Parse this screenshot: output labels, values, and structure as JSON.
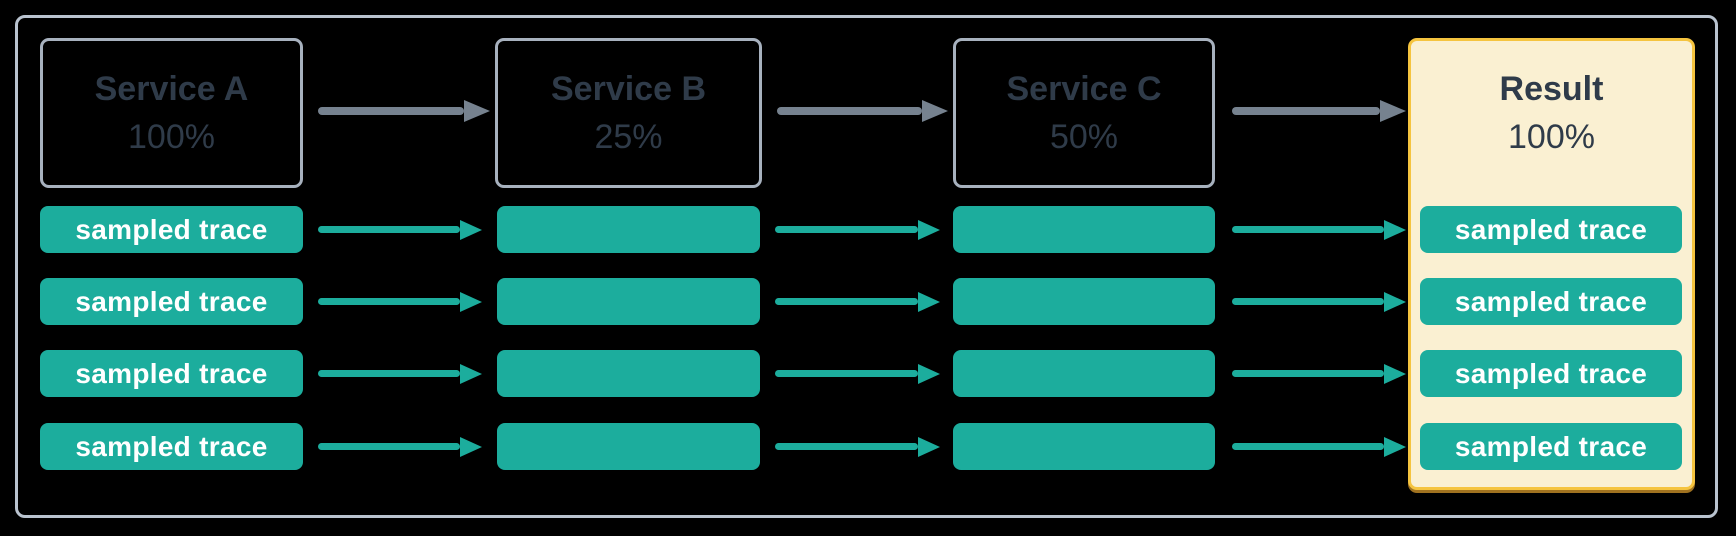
{
  "diagram": {
    "nodes": [
      {
        "label": "Service A",
        "rate": "100%"
      },
      {
        "label": "Service B",
        "rate": "25%"
      },
      {
        "label": "Service C",
        "rate": "50%"
      },
      {
        "label": "Result",
        "rate": "100%"
      }
    ],
    "trace_label": "sampled trace",
    "trace_rows": 4,
    "colors": {
      "background": "#000000",
      "frame_border": "#B9C3CF",
      "service_border": "#A7B1BE",
      "heading_text": "#2F3B49",
      "teal": "#1CAD9D",
      "trace_text": "#FFFFFF",
      "gray_arrow": "#76828F",
      "result_bg": "#FAF0D2",
      "result_border": "#F5C43F"
    }
  }
}
